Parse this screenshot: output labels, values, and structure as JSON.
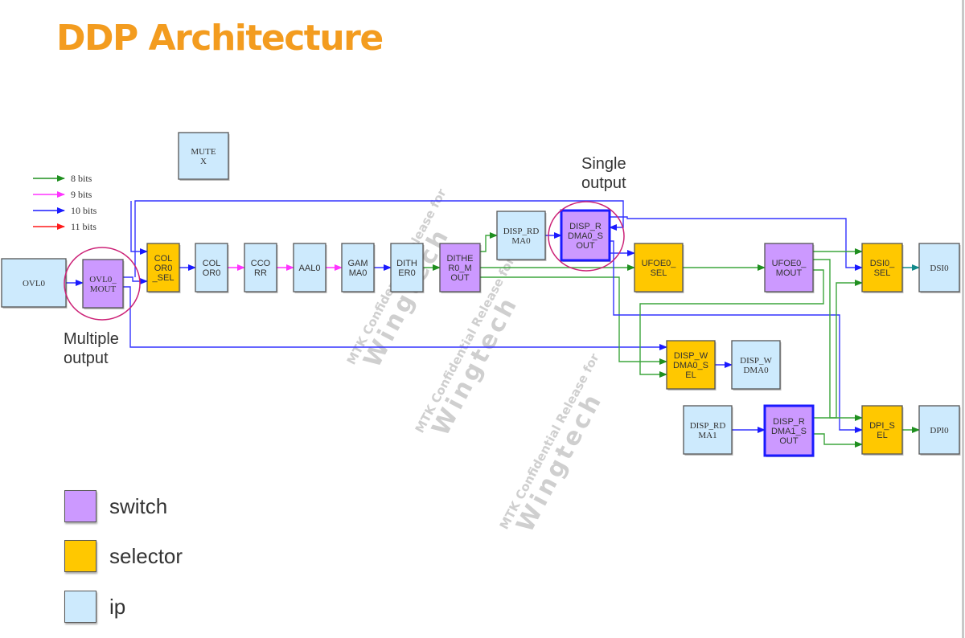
{
  "title": "DDP Architecture",
  "colors": {
    "title": "#f39c1f",
    "switch": "#cc99ff",
    "selector": "#ffc800",
    "ip": "#cdeafd",
    "bits8": "#1f8f1f",
    "bits9": "#ff33ff",
    "bits10": "#1a1aff",
    "bits11": "#ff1a1a",
    "highlight_circle": "#cc2277"
  },
  "bit_legend": [
    {
      "label": "8 bits",
      "color": "#1f8f1f"
    },
    {
      "label": "9 bits",
      "color": "#ff33ff"
    },
    {
      "label": "10 bits",
      "color": "#1a1aff"
    },
    {
      "label": "11 bits",
      "color": "#ff1a1a"
    }
  ],
  "type_legend": [
    {
      "label": "switch",
      "color": "#cc99ff"
    },
    {
      "label": "selector",
      "color": "#ffc800"
    },
    {
      "label": "ip",
      "color": "#cdeafd"
    }
  ],
  "annotations": {
    "multiple_output": [
      "Multiple",
      "output"
    ],
    "single_output": [
      "Single",
      "output"
    ]
  },
  "watermark": {
    "line1": "MTK Confidential Release for",
    "line2": "Wingtech"
  },
  "blocks": [
    {
      "id": "mutex",
      "lines": [
        "MUTE",
        "X"
      ],
      "type": "ip",
      "font": "serif"
    },
    {
      "id": "ovl0",
      "lines": [
        "OVL0"
      ],
      "type": "ip",
      "font": "serif"
    },
    {
      "id": "ovl0_mout",
      "lines": [
        "OVL0_",
        "MOUT"
      ],
      "type": "switch",
      "font": "serif"
    },
    {
      "id": "color0_sel",
      "lines": [
        "COL",
        "OR0",
        "_SEL"
      ],
      "type": "selector",
      "font": "sans"
    },
    {
      "id": "color0",
      "lines": [
        "COL",
        "OR0"
      ],
      "type": "ip",
      "font": "sans"
    },
    {
      "id": "ccorr",
      "lines": [
        "CCO",
        "RR"
      ],
      "type": "ip",
      "font": "sans"
    },
    {
      "id": "aal0",
      "lines": [
        "AAL0"
      ],
      "type": "ip",
      "font": "sans"
    },
    {
      "id": "gamma0",
      "lines": [
        "GAM",
        "MA0"
      ],
      "type": "ip",
      "font": "sans"
    },
    {
      "id": "dither0",
      "lines": [
        "DITH",
        "ER0"
      ],
      "type": "ip",
      "font": "sans"
    },
    {
      "id": "dither0_mout",
      "lines": [
        "DITHE",
        "R0_M",
        "OUT"
      ],
      "type": "switch",
      "font": "sans"
    },
    {
      "id": "disp_rdma0",
      "lines": [
        "DISP_RD",
        "MA0"
      ],
      "type": "ip",
      "font": "serif"
    },
    {
      "id": "disp_rdma0_sout",
      "lines": [
        "DISP_R",
        "DMA0_S",
        "OUT"
      ],
      "type": "switch",
      "font": "sans",
      "bold_border": true
    },
    {
      "id": "ufoe0_sel",
      "lines": [
        "UFOE0_",
        "SEL"
      ],
      "type": "selector",
      "font": "sans"
    },
    {
      "id": "ufoe0_mout",
      "lines": [
        "UFOE0_",
        "MOUT"
      ],
      "type": "switch",
      "font": "sans"
    },
    {
      "id": "dsi0_sel",
      "lines": [
        "DSI0_",
        "SEL"
      ],
      "type": "selector",
      "font": "sans"
    },
    {
      "id": "dsi0",
      "lines": [
        "DSI0"
      ],
      "type": "ip",
      "font": "serif"
    },
    {
      "id": "disp_wdma0_sel",
      "lines": [
        "DISP_W",
        "DMA0_S",
        "EL"
      ],
      "type": "selector",
      "font": "sans"
    },
    {
      "id": "disp_wdma0",
      "lines": [
        "DISP_W",
        "DMA0"
      ],
      "type": "ip",
      "font": "serif"
    },
    {
      "id": "disp_rdma1",
      "lines": [
        "DISP_RD",
        "MA1"
      ],
      "type": "ip",
      "font": "serif"
    },
    {
      "id": "disp_rdma1_sout",
      "lines": [
        "DISP_R",
        "DMA1_S",
        "OUT"
      ],
      "type": "switch",
      "font": "sans",
      "bold_border": true
    },
    {
      "id": "dpi_sel",
      "lines": [
        "DPI_S",
        "EL"
      ],
      "type": "selector",
      "font": "sans"
    },
    {
      "id": "dpi0",
      "lines": [
        "DPI0"
      ],
      "type": "ip",
      "font": "serif"
    }
  ],
  "connections": [
    {
      "from": "ovl0",
      "to": "ovl0_mout",
      "bits": 10
    },
    {
      "from": "ovl0_mout",
      "to": "color0_sel",
      "bits": 10
    },
    {
      "from": "ovl0_mout",
      "to": "dsi0_sel",
      "bits": 10
    },
    {
      "from": "ovl0_mout",
      "to": "disp_wdma0_sel",
      "bits": 10
    },
    {
      "from": "color0_sel",
      "to": "color0",
      "bits": 10
    },
    {
      "from": "color0",
      "to": "ccorr",
      "bits": 9
    },
    {
      "from": "ccorr",
      "to": "aal0",
      "bits": 9
    },
    {
      "from": "aal0",
      "to": "gamma0",
      "bits": 9
    },
    {
      "from": "gamma0",
      "to": "dither0",
      "bits": 10
    },
    {
      "from": "dither0",
      "to": "dither0_mout",
      "bits": 8
    },
    {
      "from": "dither0_mout",
      "to": "disp_rdma0",
      "bits": 8
    },
    {
      "from": "dither0_mout",
      "to": "ufoe0_sel",
      "bits": 8
    },
    {
      "from": "dither0_mout",
      "to": "disp_wdma0_sel",
      "bits": 8
    },
    {
      "from": "disp_rdma0",
      "to": "disp_rdma0_sout",
      "bits": 10
    },
    {
      "from": "disp_rdma0_sout",
      "to": "ufoe0_sel",
      "bits": 10
    },
    {
      "from": "disp_rdma0_sout",
      "to": "dsi0_sel",
      "bits": 10
    },
    {
      "from": "disp_rdma0_sout",
      "to": "dpi_sel",
      "bits": 10
    },
    {
      "from": "ufoe0_sel",
      "to": "ufoe0_mout",
      "bits": 8
    },
    {
      "from": "ufoe0_mout",
      "to": "dsi0_sel",
      "bits": 8
    },
    {
      "from": "ufoe0_mout",
      "to": "dpi_sel",
      "bits": 8
    },
    {
      "from": "ufoe0_mout",
      "to": "disp_wdma0_sel",
      "bits": 8
    },
    {
      "from": "dsi0_sel",
      "to": "dsi0",
      "bits": 8
    },
    {
      "from": "disp_wdma0_sel",
      "to": "disp_wdma0",
      "bits": 10
    },
    {
      "from": "disp_rdma1",
      "to": "disp_rdma1_sout",
      "bits": 10
    },
    {
      "from": "disp_rdma1_sout",
      "to": "dsi0_sel",
      "bits": 8
    },
    {
      "from": "disp_rdma1_sout",
      "to": "dpi_sel",
      "bits": 8
    },
    {
      "from": "dpi_sel",
      "to": "dpi0",
      "bits": 8
    }
  ]
}
